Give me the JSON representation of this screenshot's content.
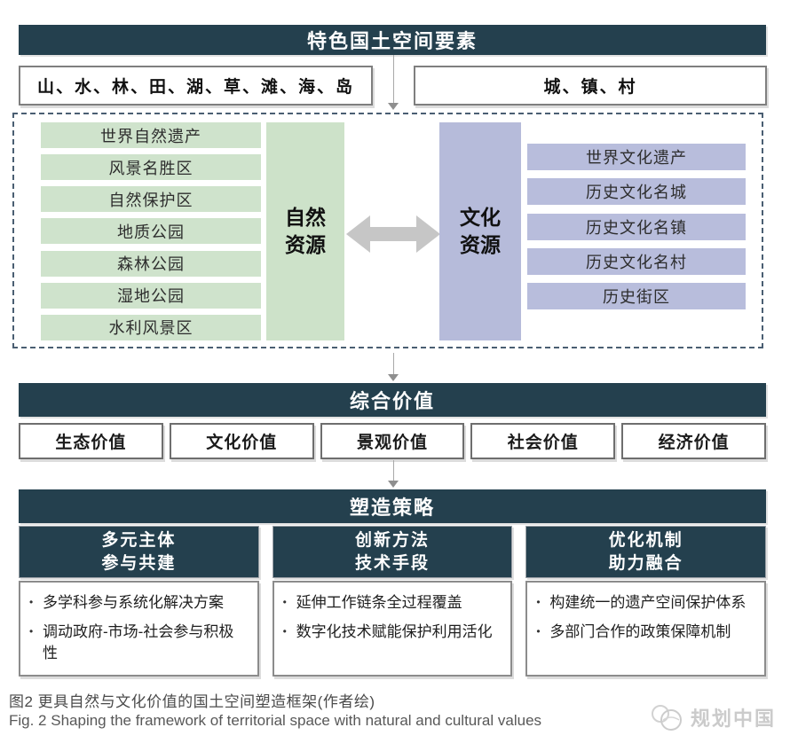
{
  "palette": {
    "navy": "#24404e",
    "green": "#cfe3cc",
    "purple": "#b7bcdb",
    "arrow_gray": "#c6c6c6"
  },
  "ui": {
    "bullet": "•"
  },
  "top": {
    "title": "特色国土空间要素",
    "element_natural": "山、水、林、田、湖、草、滩、海、岛",
    "element_built": "城、镇、村"
  },
  "resources": {
    "natural_label": "自然资源",
    "cultural_label": "文化资源",
    "natural_items": [
      "世界自然遗产",
      "风景名胜区",
      "自然保护区",
      "地质公园",
      "森林公园",
      "湿地公园",
      "水利风景区"
    ],
    "cultural_items": [
      "世界文化遗产",
      "历史文化名城",
      "历史文化名镇",
      "历史文化名村",
      "历史街区"
    ]
  },
  "values": {
    "title": "综合价值",
    "items": [
      "生态价值",
      "文化价值",
      "景观价值",
      "社会价值",
      "经济价值"
    ]
  },
  "strategies": {
    "title": "塑造策略",
    "columns": [
      {
        "heading_lines": [
          "多元主体",
          "参与共建"
        ],
        "bullets": [
          "多学科参与系统化解决方案",
          "调动政府-市场-社会参与积极性"
        ]
      },
      {
        "heading_lines": [
          "创新方法",
          "技术手段"
        ],
        "bullets": [
          "延伸工作链条全过程覆盖",
          "数字化技术赋能保护利用活化"
        ]
      },
      {
        "heading_lines": [
          "优化机制",
          "助力融合"
        ],
        "bullets": [
          "构建统一的遗产空间保护体系",
          "多部门合作的政策保障机制"
        ]
      }
    ]
  },
  "caption": {
    "zh": "图2 更具自然与文化价值的国土空间塑造框架(作者绘)",
    "en": "Fig. 2  Shaping the framework of territorial space with natural and cultural values"
  },
  "logo": {
    "text": "规划中国"
  }
}
